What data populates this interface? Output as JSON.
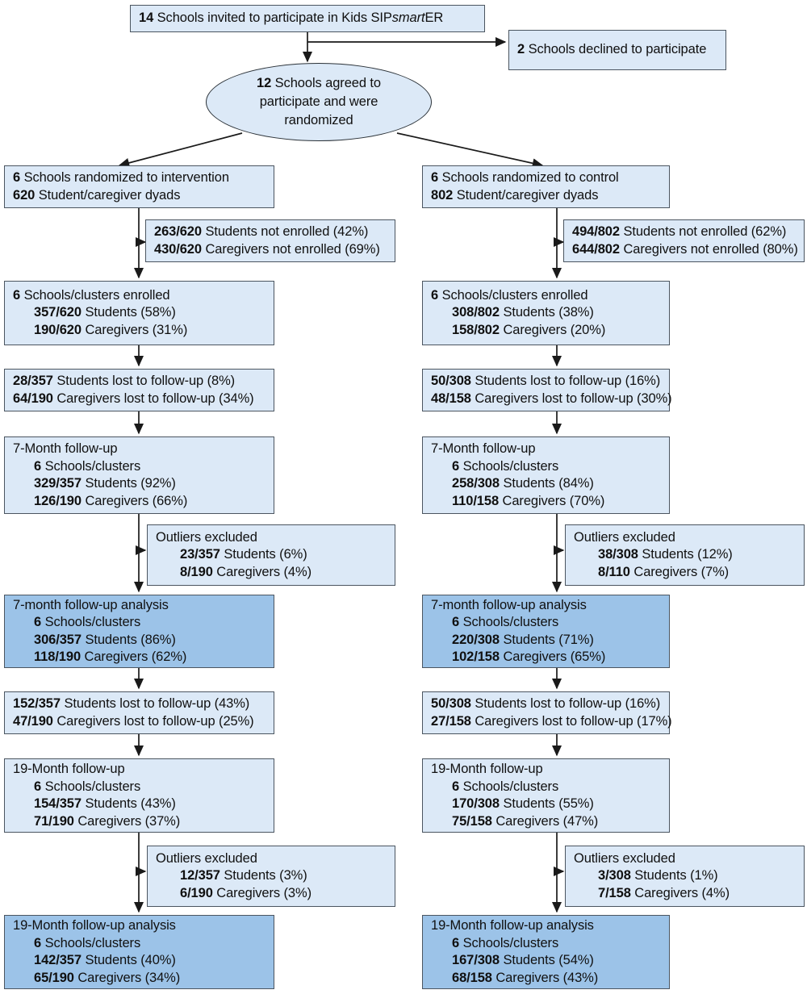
{
  "figure": {
    "type": "consort-flow-diagram",
    "colors": {
      "box_fill": "#dce9f7",
      "box_fill_highlight": "#9cc3e8",
      "box_border": "#4b5560",
      "edge": "#1a1a1a",
      "text": "#101010"
    }
  },
  "top": {
    "invited": {
      "n": "14",
      "text": "Schools invited to participate in Kids SIP",
      "text_italic": "smart",
      "text_tail": "ER"
    },
    "declined": {
      "n": "2",
      "text": "Schools declined to participate"
    },
    "randomized": {
      "n": "12",
      "line1_tail": "Schools agreed to",
      "line2": "participate and were",
      "line3": "randomized"
    }
  },
  "arms": [
    {
      "id": "intervention",
      "allocation": {
        "line1_n": "6",
        "line1_text": "Schools randomized to intervention",
        "line2_n": "620",
        "line2_text": "Student/caregiver dyads"
      },
      "not_enrolled": [
        {
          "n": "263/620",
          "text": "Students not enrolled (42%)"
        },
        {
          "n": "430/620",
          "text": "Caregivers not enrolled (69%)"
        }
      ],
      "enrolled": {
        "title_n": "6",
        "title_text": "Schools/clusters enrolled",
        "rows": [
          {
            "n": "357/620",
            "text": " Students (58%)"
          },
          {
            "n": "190/620",
            "text": "Caregivers (31%)"
          }
        ]
      },
      "lost_1": [
        {
          "n": "28/357",
          "text": "Students lost to follow-up (8%)"
        },
        {
          "n": "64/190",
          "text": "Caregivers lost to follow-up (34%)"
        }
      ],
      "followup_7": {
        "title": "7-Month follow-up",
        "rows": [
          {
            "n": "6",
            "text": "Schools/clusters"
          },
          {
            "n": "329/357",
            "text": "Students (92%)"
          },
          {
            "n": "126/190",
            "text": "Caregivers (66%)"
          }
        ]
      },
      "outliers_7": {
        "title": "Outliers excluded",
        "rows": [
          {
            "n": "23/357",
            "text": "Students (6%)"
          },
          {
            "n": "8/190",
            "text": "Caregivers (4%)"
          }
        ]
      },
      "analysis_7": {
        "title": "7-month follow-up analysis",
        "rows": [
          {
            "n": "6",
            "text": "Schools/clusters"
          },
          {
            "n": "306/357",
            "text": "Students (86%)"
          },
          {
            "n": "118/190",
            "text": "Caregivers (62%)"
          }
        ]
      },
      "lost_2": [
        {
          "n": "152/357",
          "text": "Students lost to follow-up (43%)"
        },
        {
          "n": "47/190",
          "text": "Caregivers lost to follow-up (25%)"
        }
      ],
      "followup_19": {
        "title": "19-Month follow-up",
        "rows": [
          {
            "n": "6",
            "text": "Schools/clusters"
          },
          {
            "n": "154/357",
            "text": "Students (43%)"
          },
          {
            "n": "71/190",
            "text": "Caregivers (37%)"
          }
        ]
      },
      "outliers_19": {
        "title": "Outliers excluded",
        "rows": [
          {
            "n": "12/357",
            "text": "Students (3%)"
          },
          {
            "n": "6/190",
            "text": "Caregivers (3%)"
          }
        ]
      },
      "analysis_19": {
        "title": "19-Month follow-up analysis",
        "rows": [
          {
            "n": "6",
            "text": "Schools/clusters"
          },
          {
            "n": "142/357",
            "text": "Students (40%)"
          },
          {
            "n": "65/190",
            "text": "Caregivers (34%)"
          }
        ]
      }
    },
    {
      "id": "control",
      "allocation": {
        "line1_n": "6",
        "line1_text": "Schools randomized to control",
        "line2_n": "802",
        "line2_text": "Student/caregiver dyads"
      },
      "not_enrolled": [
        {
          "n": "494/802",
          "text": "Students not enrolled (62%)"
        },
        {
          "n": "644/802",
          "text": "Caregivers not enrolled (80%)"
        }
      ],
      "enrolled": {
        "title_n": "6",
        "title_text": "Schools/clusters enrolled",
        "rows": [
          {
            "n": "308/802",
            "text": "Students (38%)"
          },
          {
            "n": "158/802",
            "text": "Caregivers (20%)"
          }
        ]
      },
      "lost_1": [
        {
          "n": "50/308",
          "text": "Students lost to follow-up (16%)"
        },
        {
          "n": "48/158",
          "text": "Caregivers lost to follow-up (30%)"
        }
      ],
      "followup_7": {
        "title": "7-Month follow-up",
        "rows": [
          {
            "n": "6",
            "text": "Schools/clusters"
          },
          {
            "n": "258/308",
            "text": "Students (84%)"
          },
          {
            "n": "110/158",
            "text": "Caregivers (70%)"
          }
        ]
      },
      "outliers_7": {
        "title": "Outliers excluded",
        "rows": [
          {
            "n": "38/308",
            "text": "Students (12%)"
          },
          {
            "n": "8/110",
            "text": "Caregivers (7%)"
          }
        ]
      },
      "analysis_7": {
        "title": "7-month follow-up analysis",
        "rows": [
          {
            "n": "6",
            "text": "Schools/clusters"
          },
          {
            "n": "220/308",
            "text": "Students (71%)"
          },
          {
            "n": "102/158",
            "text": "Caregivers (65%)"
          }
        ]
      },
      "lost_2": [
        {
          "n": "50/308",
          "text": "Students lost to follow-up (16%)"
        },
        {
          "n": "27/158",
          "text": "Caregivers lost to follow-up (17%)"
        }
      ],
      "followup_19": {
        "title": "19-Month follow-up",
        "rows": [
          {
            "n": "6",
            "text": "Schools/clusters"
          },
          {
            "n": "170/308",
            "text": "Students (55%)"
          },
          {
            "n": "75/158",
            "text": "Caregivers (47%)"
          }
        ]
      },
      "outliers_19": {
        "title": "Outliers excluded",
        "rows": [
          {
            "n": "3/308",
            "text": "Students (1%)"
          },
          {
            "n": "7/158",
            "text": "Caregivers (4%)"
          }
        ]
      },
      "analysis_19": {
        "title": "19-Month follow-up analysis",
        "rows": [
          {
            "n": "6",
            "text": "Schools/clusters"
          },
          {
            "n": "167/308",
            "text": "Students (54%)"
          },
          {
            "n": "68/158",
            "text": "Caregivers (43%)"
          }
        ]
      }
    }
  ]
}
